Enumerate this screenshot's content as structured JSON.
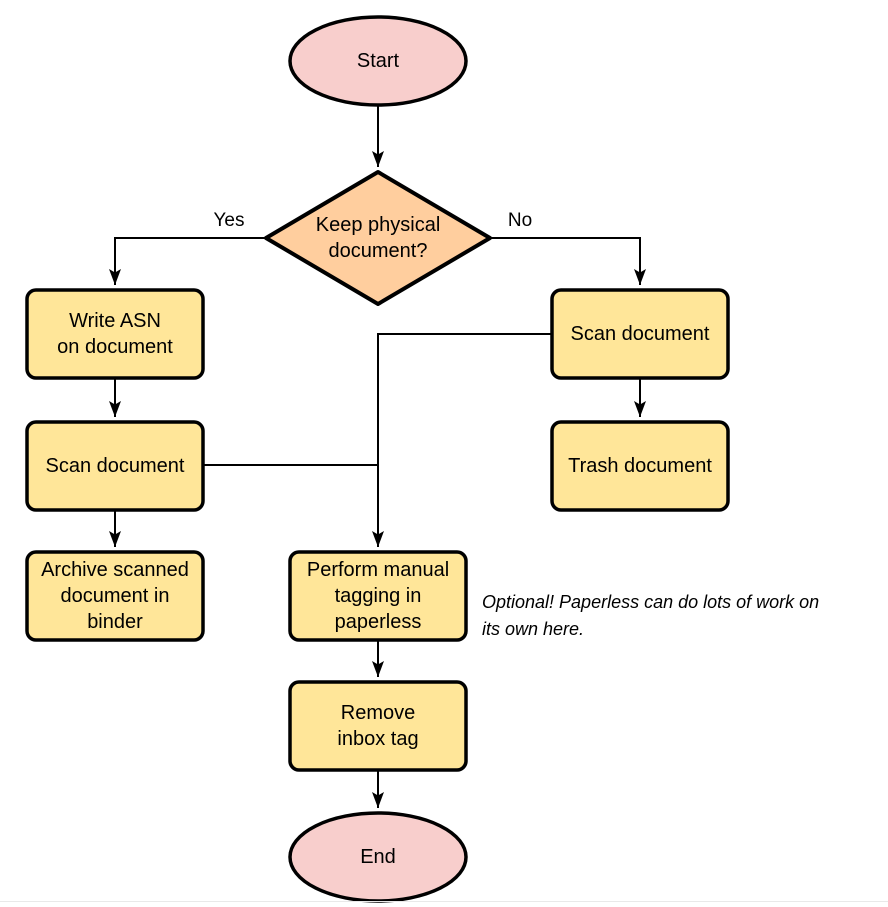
{
  "colors": {
    "terminal_fill": "#f8cecc",
    "decision_fill": "#ffce9e",
    "process_fill": "#ffe699",
    "stroke": "#000000"
  },
  "nodes": {
    "start": {
      "lines": [
        "Start"
      ]
    },
    "decision": {
      "lines": [
        "Keep physical",
        "document?"
      ]
    },
    "write_asn": {
      "lines": [
        "Write ASN",
        "on document"
      ]
    },
    "scan_left": {
      "lines": [
        "Scan document"
      ]
    },
    "archive": {
      "lines": [
        "Archive scanned",
        "document in",
        "binder"
      ]
    },
    "scan_right": {
      "lines": [
        "Scan document"
      ]
    },
    "trash": {
      "lines": [
        "Trash document"
      ]
    },
    "tagging": {
      "lines": [
        "Perform manual",
        "tagging in",
        "paperless"
      ]
    },
    "remove_inbox": {
      "lines": [
        "Remove",
        "inbox tag"
      ]
    },
    "end": {
      "lines": [
        "End"
      ]
    }
  },
  "edge_labels": {
    "yes": "Yes",
    "no": "No"
  },
  "note": {
    "lines": [
      "Optional! Paperless can do lots of work on",
      "its own here."
    ]
  },
  "edges": [
    {
      "from": "start",
      "to": "decision"
    },
    {
      "from": "decision",
      "to": "write_asn",
      "label": "Yes"
    },
    {
      "from": "decision",
      "to": "scan_right",
      "label": "No"
    },
    {
      "from": "write_asn",
      "to": "scan_left"
    },
    {
      "from": "scan_left",
      "to": "archive"
    },
    {
      "from": "scan_left",
      "to": "tagging"
    },
    {
      "from": "scan_right",
      "to": "trash"
    },
    {
      "from": "scan_right",
      "to": "tagging"
    },
    {
      "from": "tagging",
      "to": "remove_inbox"
    },
    {
      "from": "remove_inbox",
      "to": "end"
    }
  ]
}
